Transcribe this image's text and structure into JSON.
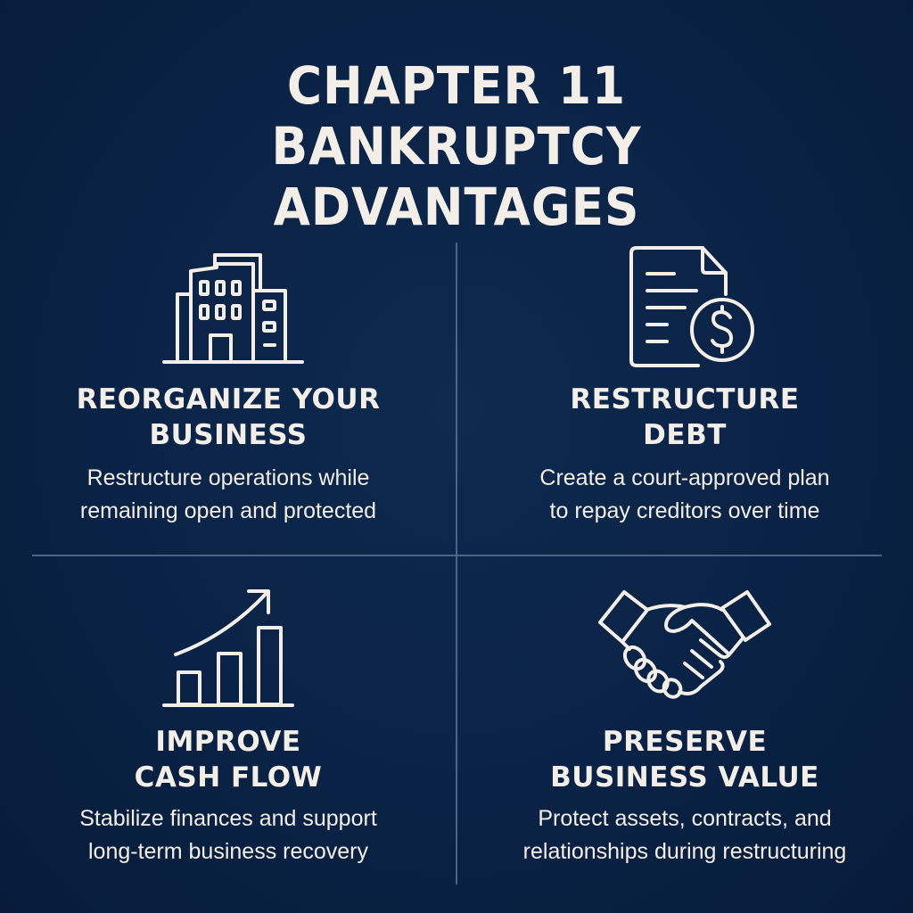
{
  "title": {
    "line1": "CHAPTER 11",
    "line2": "BANKRUPTCY",
    "line3": "ADVANTAGES"
  },
  "colors": {
    "background": "#0a2245",
    "text": "#f3efe8",
    "divider": "#4d6584"
  },
  "advantages": [
    {
      "icon": "office-building-icon",
      "heading_line1": "REORGANIZE YOUR",
      "heading_line2": "BUSINESS",
      "desc_line1": "Restructure operations while",
      "desc_line2": "remaining open and protected"
    },
    {
      "icon": "document-dollar-icon",
      "heading_line1": "RESTRUCTURE",
      "heading_line2": "DEBT",
      "desc_line1": "Create a court-approved plan",
      "desc_line2": "to repay creditors over time"
    },
    {
      "icon": "growth-chart-icon",
      "heading_line1": "IMPROVE",
      "heading_line2": "CASH FLOW",
      "desc_line1": "Stabilize finances and support",
      "desc_line2": "long-term business recovery"
    },
    {
      "icon": "handshake-icon",
      "heading_line1": "PRESERVE",
      "heading_line2": "BUSINESS VALUE",
      "desc_line1": "Protect assets, contracts, and",
      "desc_line2": "relationships during restructuring"
    }
  ]
}
